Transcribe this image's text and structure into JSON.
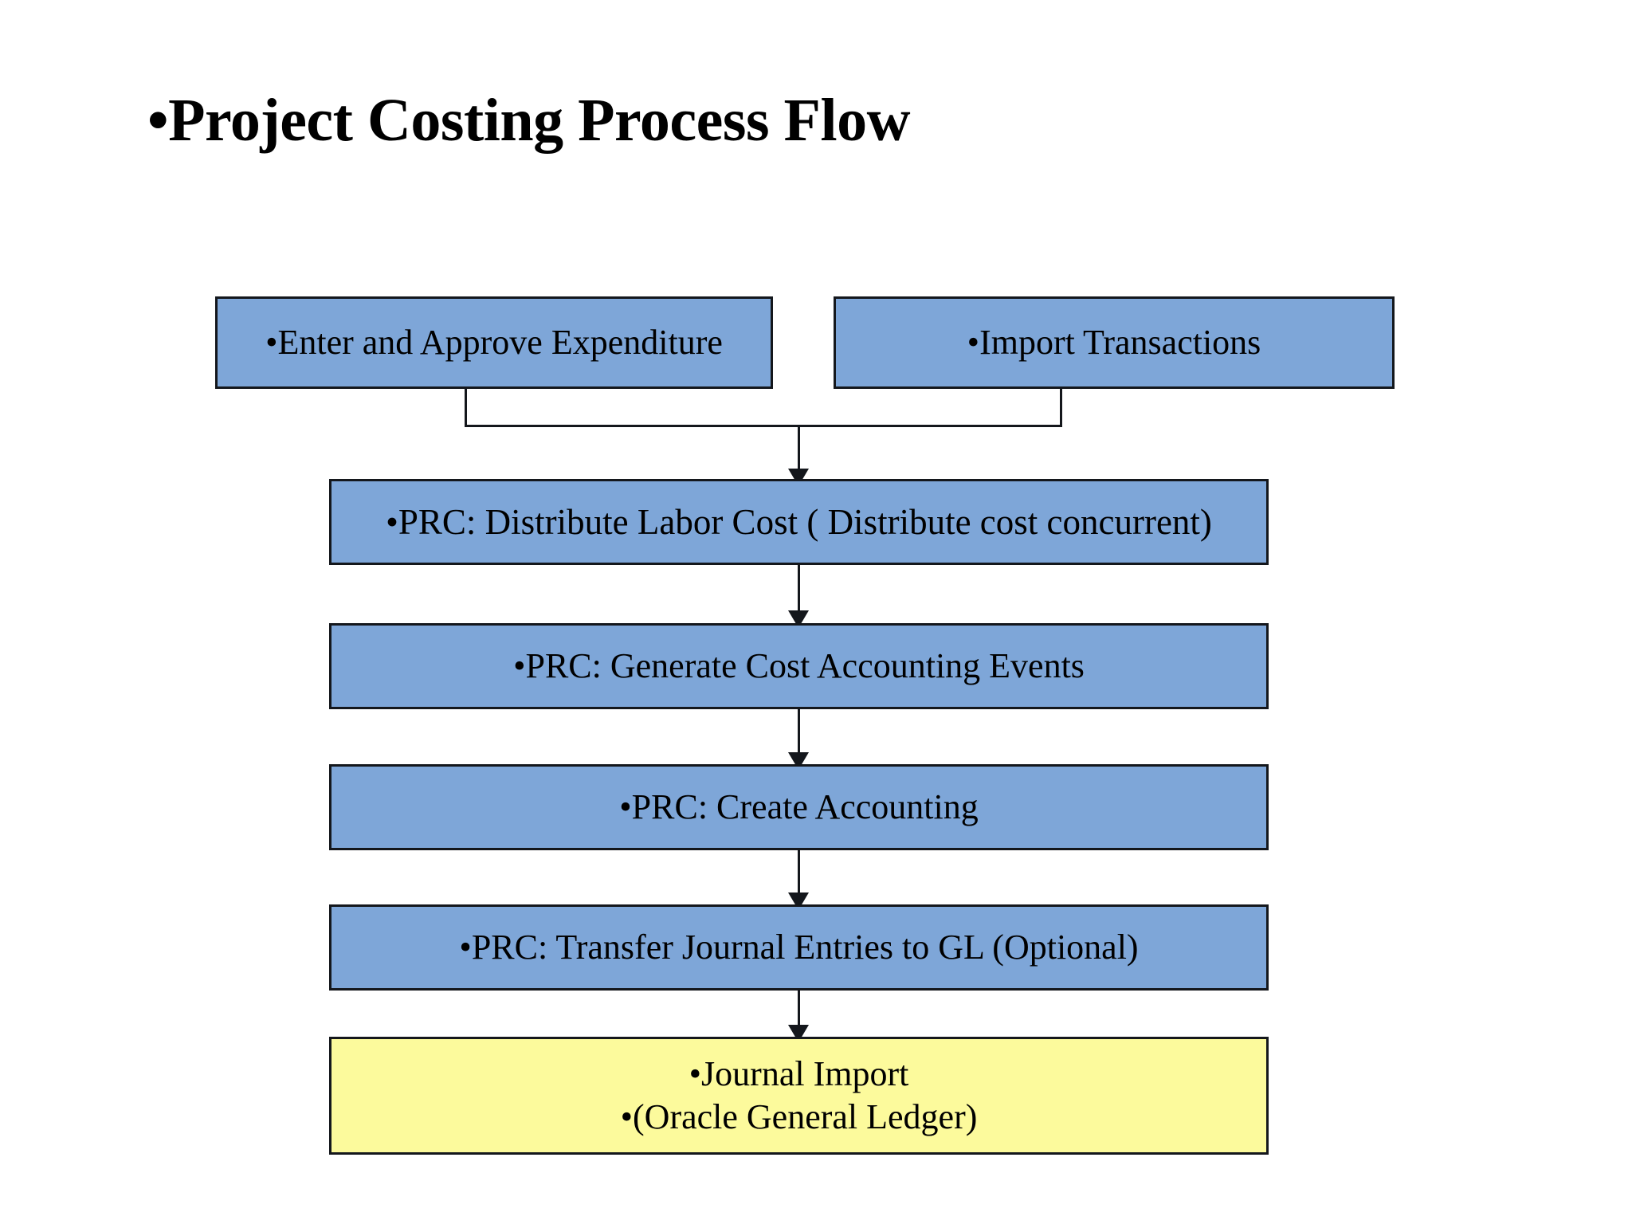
{
  "slide": {
    "title": "•Project Costing Process Flow",
    "background_color": "#FFFFFF",
    "title_color": "#000000"
  },
  "theme": {
    "box_blue": "#7EA6D8",
    "box_yellow": "#FCFA9C",
    "border_color": "#14171C",
    "connector_color": "#14171C",
    "text_color": "#000000"
  },
  "diagram": {
    "type": "flowchart",
    "orientation": "top-to-bottom",
    "nodes": [
      {
        "id": "enter-approve",
        "label": "•Enter and Approve Expenditure",
        "fill": "#7EA6D8",
        "row": 1
      },
      {
        "id": "import-transactions",
        "label": "•Import Transactions",
        "fill": "#7EA6D8",
        "row": 1
      },
      {
        "id": "distribute-labor-cost",
        "label": "•PRC: Distribute Labor Cost ( Distribute cost concurrent)",
        "fill": "#7EA6D8",
        "row": 2
      },
      {
        "id": "generate-cost-events",
        "label": "•PRC: Generate Cost Accounting Events",
        "fill": "#7EA6D8",
        "row": 3
      },
      {
        "id": "create-accounting",
        "label": "•PRC: Create Accounting",
        "fill": "#7EA6D8",
        "row": 4
      },
      {
        "id": "transfer-journal-entries",
        "label": "•PRC: Transfer Journal Entries to GL (Optional)",
        "fill": "#7EA6D8",
        "row": 5
      },
      {
        "id": "journal-import",
        "label_line1": "•Journal Import",
        "label_line2": "•(Oracle General Ledger)",
        "fill": "#FCFA9C",
        "row": 6
      }
    ],
    "edges": [
      {
        "from": "enter-approve",
        "to": "distribute-labor-cost",
        "style": "elbow-merge",
        "arrow": true
      },
      {
        "from": "import-transactions",
        "to": "distribute-labor-cost",
        "style": "elbow-merge",
        "arrow": true
      },
      {
        "from": "distribute-labor-cost",
        "to": "generate-cost-events",
        "style": "straight",
        "arrow": true
      },
      {
        "from": "generate-cost-events",
        "to": "create-accounting",
        "style": "straight",
        "arrow": true
      },
      {
        "from": "create-accounting",
        "to": "transfer-journal-entries",
        "style": "straight",
        "arrow": true
      },
      {
        "from": "transfer-journal-entries",
        "to": "journal-import",
        "style": "straight",
        "arrow": true
      }
    ]
  }
}
